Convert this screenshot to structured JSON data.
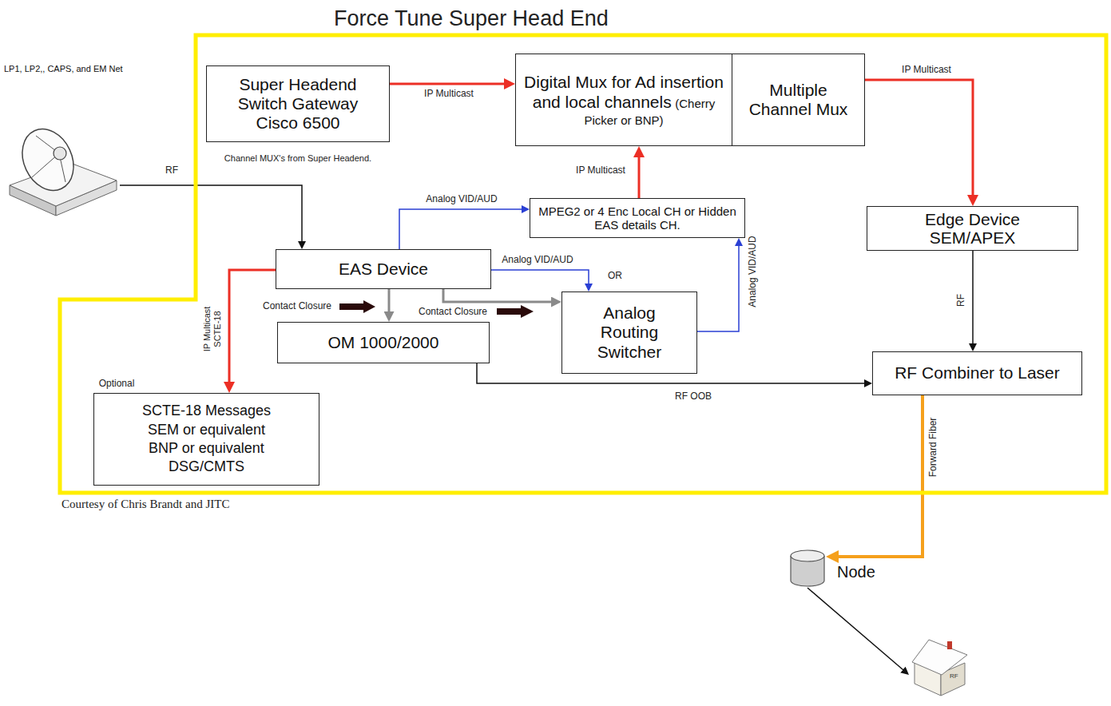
{
  "diagram": {
    "nodes": [
      {
        "text": [
          "Force Tune Super Head End"
        ]
      },
      {
        "text": [
          "LP1, LP2,, CAPS, and EM Net"
        ]
      },
      {
        "text": [
          "Super Headend Switch Gateway Cisco 6500"
        ],
        "in": 0
      },
      {
        "text": [
          "Digital Mux for Ad insertion and local channels",
          "(Cherry Picker or BNP)"
        ],
        "in": 0
      },
      {
        "text": [
          "Multiple Channel Mux"
        ],
        "in": 0
      },
      {
        "text": [
          "MPEG2 or 4 Enc Local CH or Hidden EAS details CH."
        ],
        "in": 0
      },
      {
        "text": [
          "Edge Device SEM/APEX"
        ],
        "in": 0
      },
      {
        "text": [
          "EAS Device"
        ],
        "in": 0
      },
      {
        "text": [
          "Analog Routing Switcher"
        ],
        "in": 0
      },
      {
        "text": [
          "OM 1000/2000"
        ],
        "in": 0
      },
      {
        "text": [
          "RF Combiner to Laser"
        ],
        "in": 0
      },
      {
        "text": [
          "SCTE-18 Messages SEM or equivalent BNP or equivalent DSG/CMTS"
        ],
        "in": 0
      },
      {
        "text": [
          "Node"
        ]
      },
      {
        "text": [
          "RF"
        ]
      }
    ],
    "edges": [
      {
        "from": 2,
        "to": 3,
        "label": "IP Multicast",
        "arrow": "to"
      },
      {
        "from": 4,
        "to": 6,
        "label": "IP Multicast",
        "arrow": "to"
      },
      {
        "from": 5,
        "to": 3,
        "label": "IP Multicast",
        "arrow": "to"
      },
      {
        "from": 1,
        "to": 7,
        "label": "RF",
        "arrow": "to"
      },
      {
        "from": 7,
        "to": 5,
        "label": "Analog VID/AUD",
        "arrow": "to"
      },
      {
        "from": 7,
        "to": 8,
        "label": "Analog VID/AUD",
        "arrow": "to"
      },
      {
        "from": 8,
        "to": 5,
        "label": "Analog VID/AUD",
        "arrow": "to"
      },
      {
        "from": 7,
        "to": 9,
        "label": "Contact Closure",
        "arrow": "to"
      },
      {
        "from": 7,
        "to": 8,
        "label": "Contact Closure",
        "arrow": "to"
      },
      {
        "from": 9,
        "to": 10,
        "label": "RF OOB",
        "arrow": "to"
      },
      {
        "from": 6,
        "to": 10,
        "label": "RF",
        "arrow": "to"
      },
      {
        "from": 7,
        "to": 11,
        "label": "IP Multicast SCTE-18",
        "arrow": "to"
      },
      {
        "from": 10,
        "to": 12,
        "label": "Forward Fiber",
        "arrow": "to"
      },
      {
        "from": 12,
        "to": 13,
        "arrow": "to"
      }
    ],
    "labels": [
      "Channel MUX's from Super Headend.",
      "OR",
      "Optional",
      "Courtesy of Chris Brandt and JITC"
    ]
  }
}
